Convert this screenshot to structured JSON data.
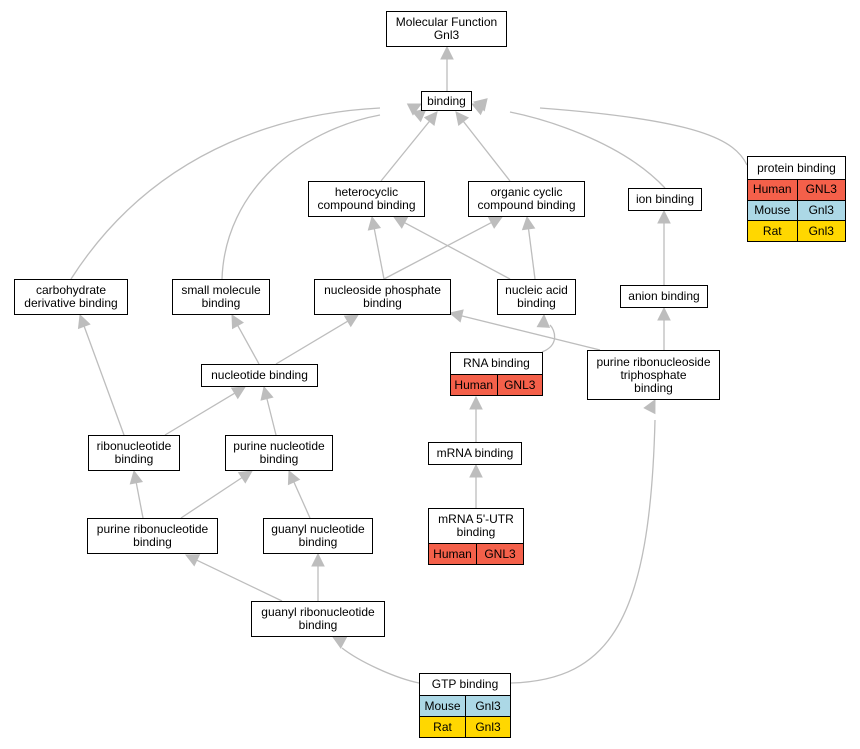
{
  "colors": {
    "edge": "#bdbdbd",
    "Human": "#f4604a",
    "Mouse": "#acd8e6",
    "Rat": "#ffd700"
  },
  "nodes": {
    "root": "Molecular Function\nGnl3",
    "binding": "binding",
    "protein_binding": "protein binding",
    "heterocyclic": "heterocyclic\ncompound binding",
    "organic_cyclic": "organic cyclic\ncompound binding",
    "ion_binding": "ion binding",
    "carbohydrate": "carbohydrate\nderivative binding",
    "small_molecule": "small molecule\nbinding",
    "nucleoside_phosphate": "nucleoside phosphate\nbinding",
    "nucleic_acid": "nucleic acid\nbinding",
    "anion_binding": "anion binding",
    "nucleotide_binding": "nucleotide binding",
    "rna_binding": "RNA binding",
    "purine_rnt": "purine ribonucleoside\ntriphosphate\nbinding",
    "ribonucleotide": "ribonucleotide\nbinding",
    "purine_nucleotide": "purine nucleotide\nbinding",
    "mrna_binding": "mRNA binding",
    "purine_ribonucleotide": "purine ribonucleotide\nbinding",
    "guanyl_nucleotide": "guanyl nucleotide\nbinding",
    "mrna_5utr": "mRNA 5'-UTR\nbinding",
    "guanyl_ribonucleotide": "guanyl ribonucleotide\nbinding",
    "gtp_binding": "GTP binding"
  },
  "gene_rows": {
    "protein_binding": [
      {
        "species": "Human",
        "gene": "GNL3"
      },
      {
        "species": "Mouse",
        "gene": "Gnl3"
      },
      {
        "species": "Rat",
        "gene": "Gnl3"
      }
    ],
    "rna_binding": [
      {
        "species": "Human",
        "gene": "GNL3"
      }
    ],
    "mrna_5utr": [
      {
        "species": "Human",
        "gene": "GNL3"
      }
    ],
    "gtp_binding": [
      {
        "species": "Mouse",
        "gene": "Gnl3"
      },
      {
        "species": "Rat",
        "gene": "Gnl3"
      }
    ]
  }
}
